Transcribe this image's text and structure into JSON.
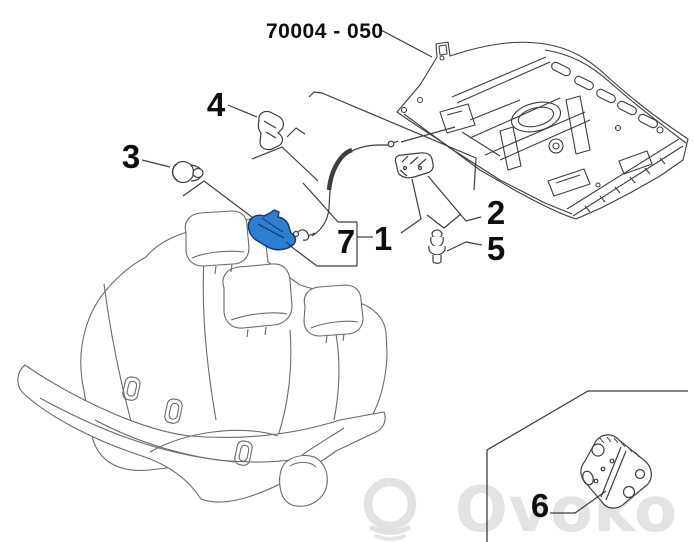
{
  "diagram": {
    "part_code": "70004 - 050",
    "highlight_color": "#2e7fd1",
    "highlight_outline": "#15356b",
    "line_color": "#3d3d3d",
    "seat_line_color": "#6a6a6a",
    "callouts": [
      {
        "label": "1"
      },
      {
        "label": "2"
      },
      {
        "label": "3"
      },
      {
        "label": "4"
      },
      {
        "label": "5"
      },
      {
        "label": "6"
      },
      {
        "label": "7"
      }
    ]
  },
  "watermark": {
    "text": "Ovoko"
  }
}
